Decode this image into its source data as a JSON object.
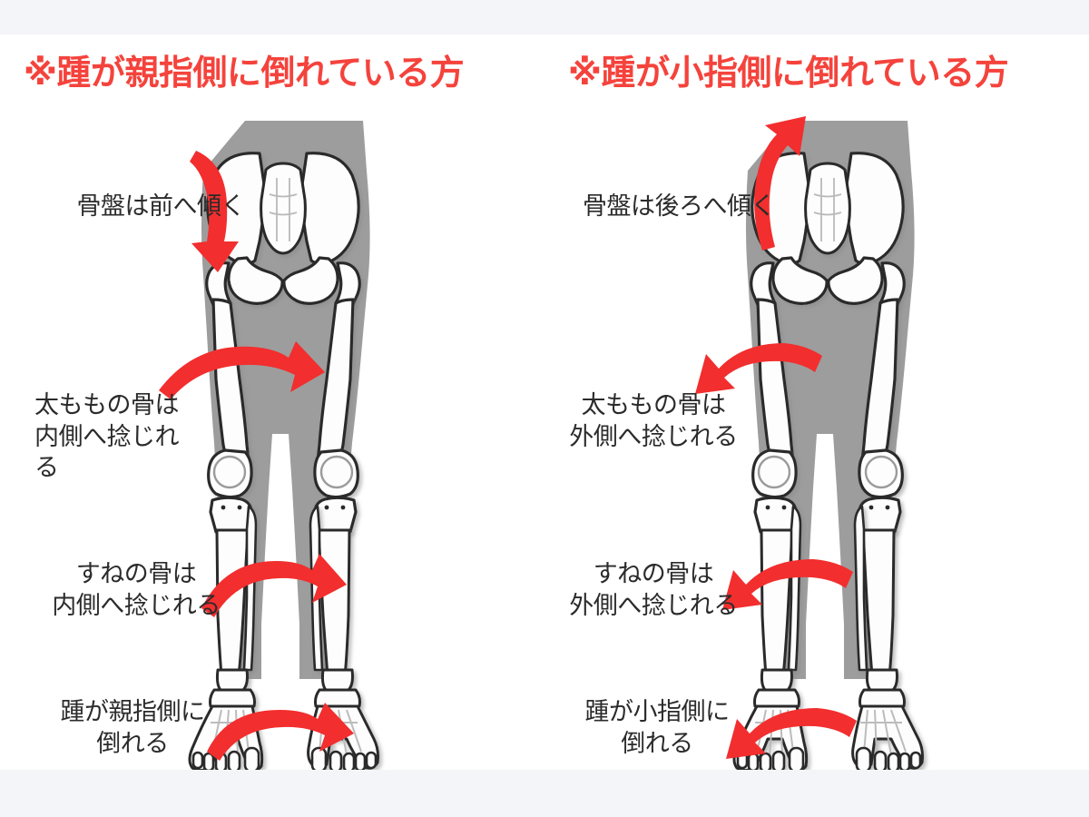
{
  "colors": {
    "accent_red": "#f4433c",
    "arrow_red": "#f22e2e",
    "text": "#2b2b2b",
    "body_silhouette": "#9d9d9d",
    "bone_fill": "#fdfdfd",
    "bone_outline": "#2a2a2a",
    "page_background": "#f4f5f8",
    "canvas_background": "#ffffff"
  },
  "panels": {
    "left": {
      "title": "※踵が親指側に倒れている方",
      "labels": {
        "pelvis": "骨盤は前へ傾く",
        "thigh": "太ももの骨は\n内側へ捻じれ\nる",
        "shin": "すねの骨は\n内側へ捻じれる",
        "heel": "踵が親指側に\n倒れる"
      },
      "arrows": {
        "pelvis_direction": "curve-down-right",
        "thigh_direction": "curve-right",
        "shin_direction": "curve-right",
        "heel_direction": "curve-right"
      }
    },
    "right": {
      "title": "※踵が小指側に倒れている方",
      "labels": {
        "pelvis": "骨盤は後ろへ傾く",
        "thigh": "太ももの骨は\n外側へ捻じれる",
        "shin": "すねの骨は\n外側へ捻じれる",
        "heel": "踵が小指側に\n倒れる"
      },
      "arrows": {
        "pelvis_direction": "curve-up-left",
        "thigh_direction": "curve-left",
        "shin_direction": "curve-left",
        "heel_direction": "curve-left"
      }
    }
  }
}
